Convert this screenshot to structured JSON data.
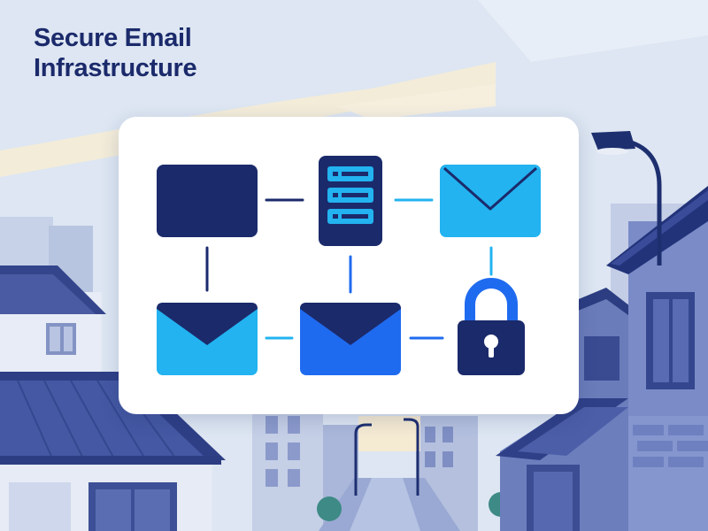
{
  "title": {
    "line1": "Secure Email",
    "line2": "Infrastructure"
  },
  "palette": {
    "navy": "#1b2a6b",
    "sky": "#dfe7f3",
    "light_blue": "#22b3f0",
    "mid_blue": "#1f6bf0",
    "building_blue": "#5d6fae"
  },
  "diagram": {
    "nodes": [
      {
        "id": "client",
        "icon": "monitor-icon"
      },
      {
        "id": "server",
        "icon": "server-icon"
      },
      {
        "id": "mail-out",
        "icon": "envelope-icon"
      },
      {
        "id": "mail-in",
        "icon": "envelope-icon"
      },
      {
        "id": "mail-relay",
        "icon": "envelope-icon"
      },
      {
        "id": "security",
        "icon": "padlock-icon"
      }
    ]
  }
}
